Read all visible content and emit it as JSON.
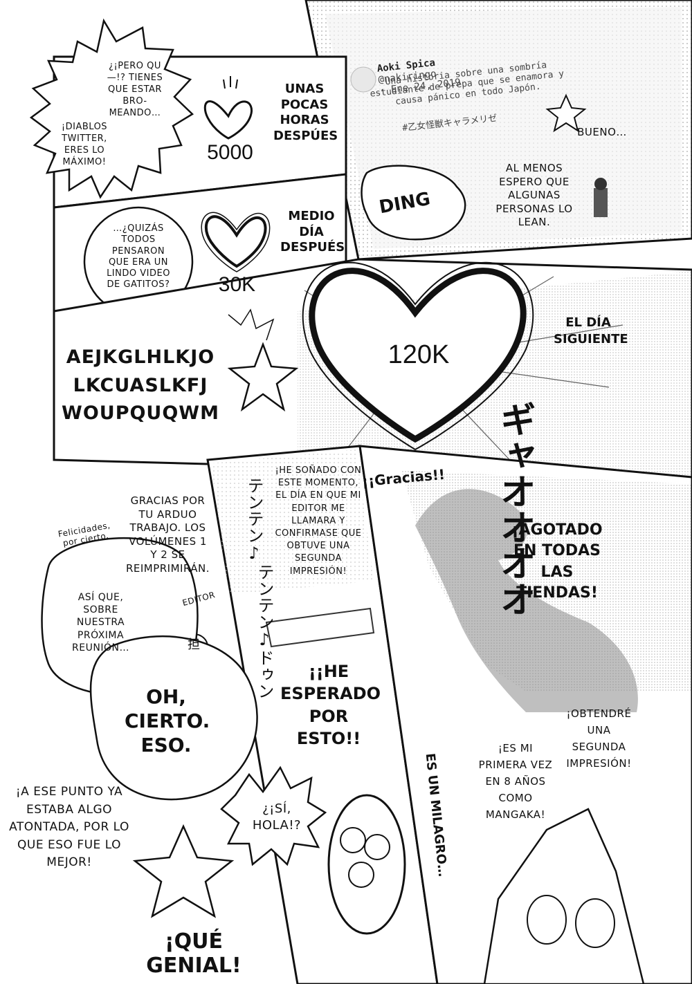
{
  "tweet": {
    "name": "Aoki Spica",
    "handle": "@nakiringo",
    "date": "· Ene 24, 2019",
    "text": "Una historia sobre una sombría estudiante de prepa que se enamora y causa pánico en todo Japón.",
    "hashtag": "#乙女怪獣キャラメリゼ"
  },
  "panel_top": {
    "bubble_pero": "¿¡PERO QU—!? TIENES QUE ESTAR BRO- MEANDO…",
    "bubble_twitter": "¡DIABLOS TWITTER, ERES LO MÁXIMO!",
    "likes_1": "5000",
    "caption_1": "UNAS POCAS HORAS DESPÚES",
    "bueno": "BUENO…",
    "ding": "DING",
    "espero": "AL MENOS ESPERO QUE ALGUNAS PERSONAS LO LEAN.",
    "bubble_gatitos": "…¿QUIZÁS TODOS PENSARON QUE ERA UN LINDO VIDEO DE GATITOS?",
    "likes_2": "30K",
    "caption_2": "MEDIO DÍA DESPUÉS"
  },
  "panel_mid": {
    "scream": "AEJKGLHLKJO LKCUASLKFJ WOUPQUQWM",
    "likes_3": "120K",
    "caption_3": "EL DÍA SIGUIENTE",
    "sfx_gyao": "ギャオオオオ"
  },
  "panel_bottom": {
    "felicidades": "Felicidades, por cierto.",
    "gracias_editor": "GRACIAS POR TU ARDUO TRABAJO. LOS VOLÚMENES 1 Y 2 SE REIMPRIMIRÁN.",
    "asi_que": "ASÍ QUE, SOBRE NUESTRA PRÓXIMA REUNIÓN…",
    "editor_label": "EDITOR",
    "editor_stamp": "担",
    "oh_cierto": "OH, CIERTO. ESO.",
    "a_ese_punto": "¡A ESE PUNTO YA ESTABA ALGO ATONTADA, POR LO QUE ESO FUE LO MEJOR!",
    "que_genial": "¡QUÉ GENIAL!",
    "ringtone_1": "テンテン♪",
    "ringtone_2": "テンテン♪ドゥン",
    "he_sonado": "¡HE SOÑADO CON ESTE MOMENTO, EL DÍA EN QUE MI EDITOR ME LLAMARA Y CONFIRMASE QUE OBTUVE UNA SEGUNDA IMPRESIÓN!",
    "he_esperado": "¡¡HE ESPERADO POR ESTO!!",
    "si_hola": "¿¡SÍ, HOLA!?",
    "gracias": "¡¡Gracias!!",
    "agotado": "¡AGOTADO EN TODAS LAS TIENDAS!",
    "milagro": "ES UN MILAGRO…",
    "primera_vez": "¡ES MI PRIMERA VEZ EN 8 AÑOS COMO MANGAKA!",
    "obtendre": "¡OBTENDRÉ UNA SEGUNDA IMPRESIÓN!"
  },
  "colors": {
    "ink": "#111111",
    "paper": "#ffffff",
    "screentone": "#d9d9d9"
  }
}
